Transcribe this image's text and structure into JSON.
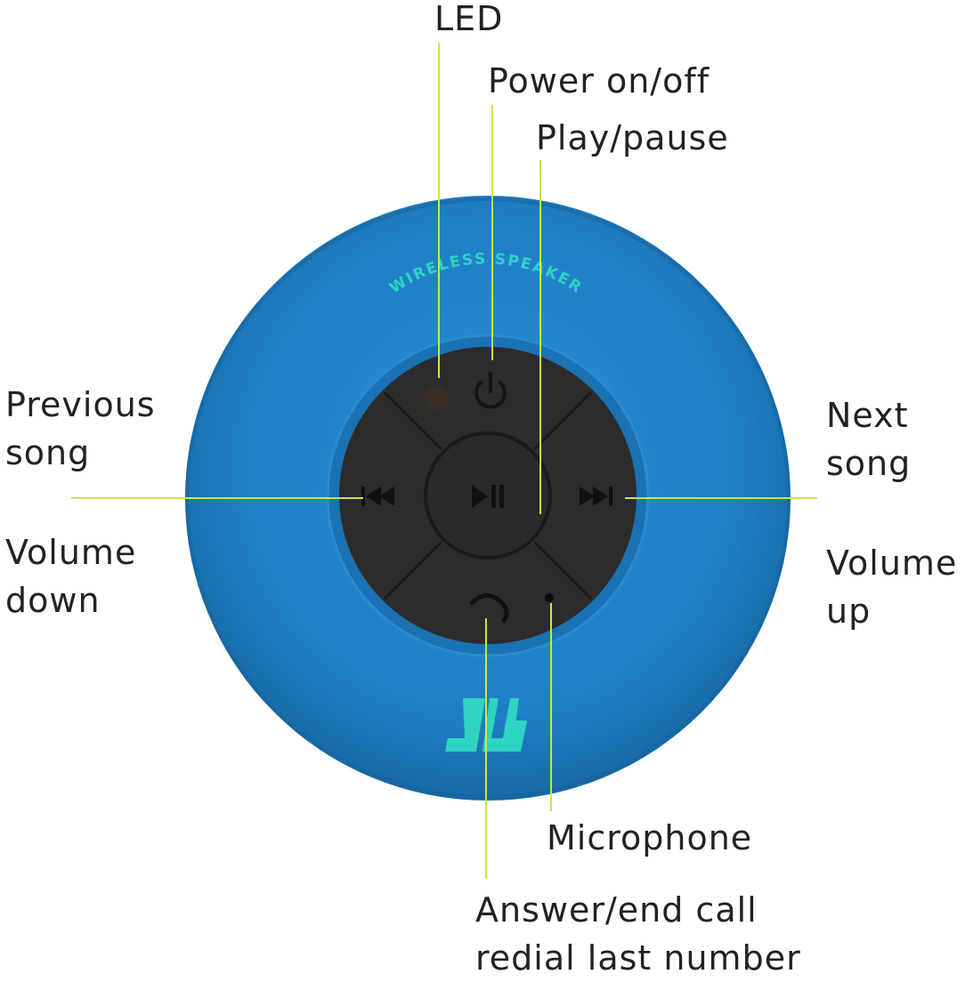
{
  "colors": {
    "speaker_body": "#1f7fc4",
    "speaker_rim": "#1a72b3",
    "button_pad": "#2c2c2c",
    "accent_teal": "#2fd3c4",
    "callout_line": "#c8e64a",
    "text": "#222222"
  },
  "device": {
    "brand_text": "WIRELESS SPEAKER",
    "logo": "SBS logo"
  },
  "buttons": [
    {
      "id": "led",
      "icon": "led-indicator-icon"
    },
    {
      "id": "power",
      "icon": "power-icon"
    },
    {
      "id": "play_pause",
      "icon": "play-pause-icon"
    },
    {
      "id": "prev",
      "icon": "previous-track-icon"
    },
    {
      "id": "next",
      "icon": "next-track-icon"
    },
    {
      "id": "call",
      "icon": "phone-icon"
    },
    {
      "id": "mic",
      "icon": "microphone-icon"
    }
  ],
  "labels": {
    "led": "LED",
    "power": "Power on/off",
    "play_pause": "Play/pause",
    "previous_line1": "Previous",
    "previous_line2": "song",
    "volume_down_line1": "Volume",
    "volume_down_line2": "down",
    "next_line1": "Next",
    "next_line2": "song",
    "volume_up_line1": "Volume",
    "volume_up_line2": "up",
    "microphone": "Microphone",
    "answer_line1": "Answer/end call",
    "answer_line2": "redial last number"
  }
}
